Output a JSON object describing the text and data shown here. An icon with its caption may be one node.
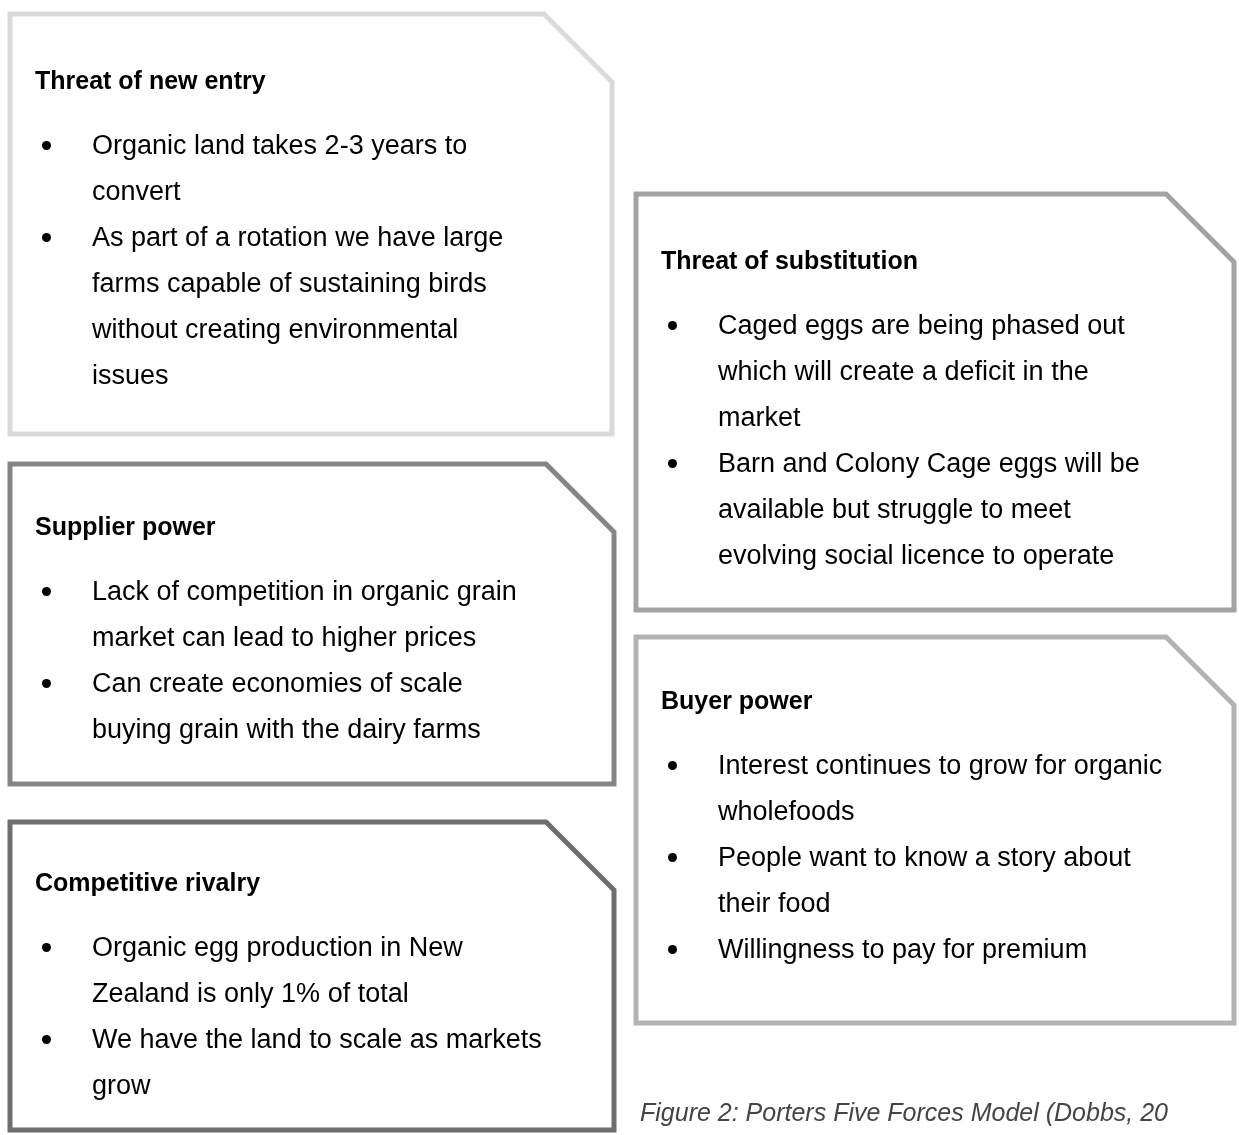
{
  "diagram": {
    "caption": "Figure 2: Porters Five Forces Model (Dobbs, 20",
    "nodes": [
      {
        "text": [
          "Threat of new entry",
          "Organic land takes 2-3 years to convert",
          "As part of a rotation we have large farms capable of sustaining birds without creating environmental issues"
        ]
      },
      {
        "text": [
          "Threat of substitution",
          "Caged eggs are being phased out which will create a deficit in the market",
          "Barn and Colony Cage eggs will be available but struggle to meet evolving social licence to operate"
        ]
      },
      {
        "text": [
          "Supplier power",
          "Lack of competition in organic grain market can lead to higher prices",
          "Can create economies of scale buying grain with the dairy farms"
        ]
      },
      {
        "text": [
          "Buyer power",
          "Interest continues to grow for organic wholefoods",
          "People want to know a story about their food",
          "Willingness to pay for premium"
        ]
      },
      {
        "text": [
          "Competitive rivalry",
          "Organic egg production in New Zealand is only 1% of total",
          "We have the land to scale as markets grow"
        ]
      }
    ],
    "edges": []
  }
}
